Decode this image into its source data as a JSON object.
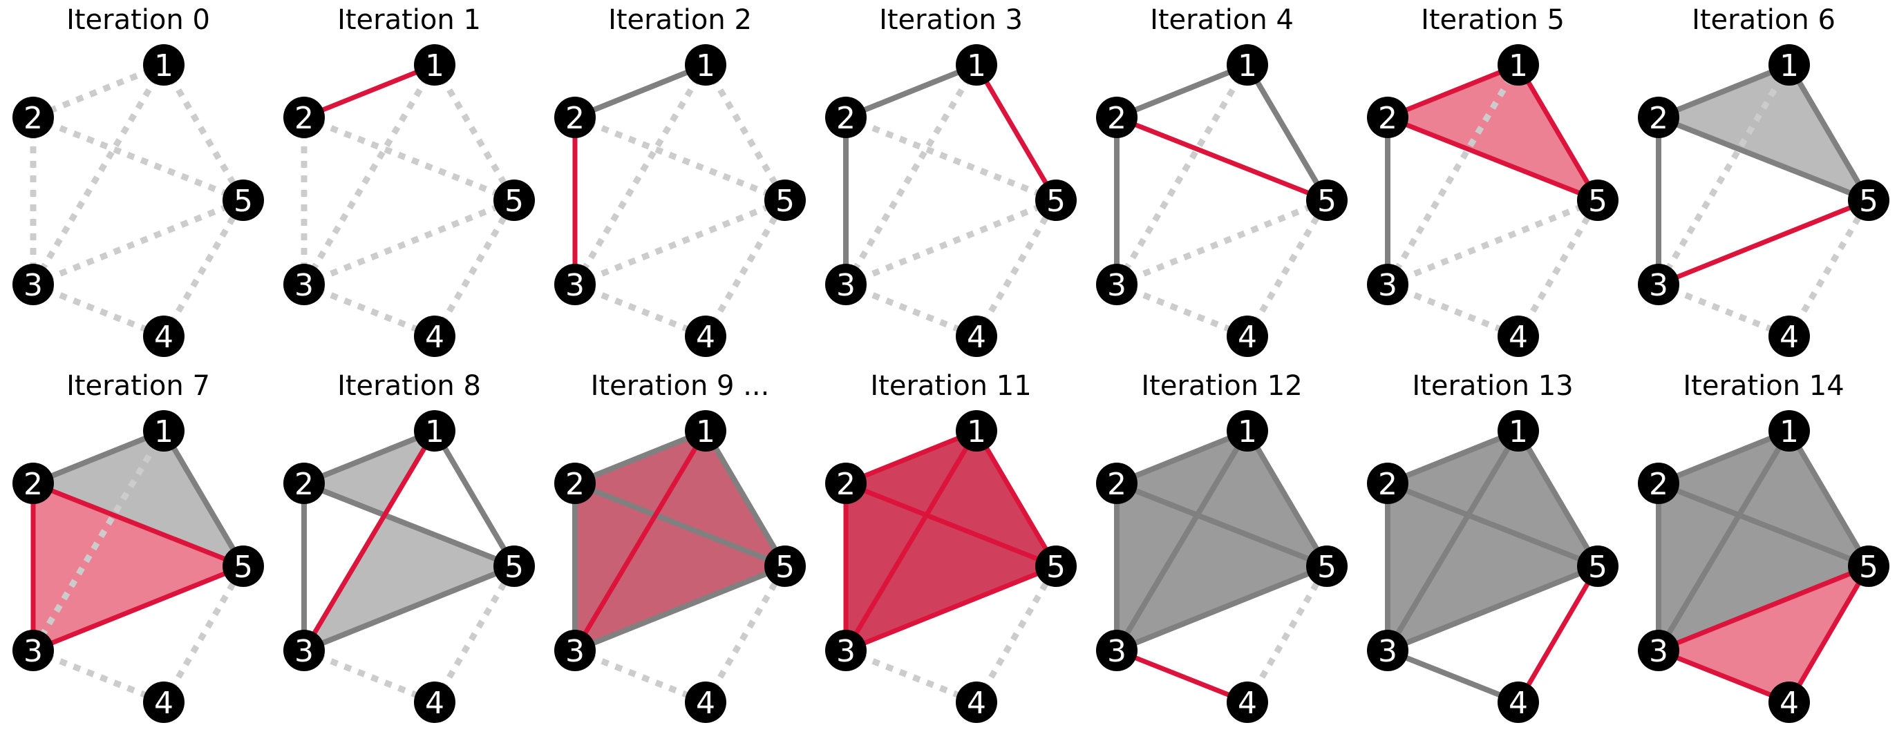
{
  "figure": {
    "nodes": [
      "1",
      "2",
      "3",
      "4",
      "5"
    ],
    "colors": {
      "absent_edge": "#cccccc",
      "present_edge": "#808080",
      "active": "#dc143c",
      "node_fill": "#000000",
      "node_label": "#ffffff",
      "triangle_past": "#bbbbbb",
      "triangle_active": "#eb8193",
      "tetra_past": "#bbbbbb",
      "tetra_mid": "#c96174",
      "tetra_active": "#d0405c",
      "filled_dark": "#9b9b9b"
    },
    "panels": [
      {
        "title": "Iteration 0",
        "edges": [
          {
            "u": "1",
            "v": "2",
            "state": "absent"
          },
          {
            "u": "1",
            "v": "3",
            "state": "absent"
          },
          {
            "u": "1",
            "v": "5",
            "state": "absent"
          },
          {
            "u": "2",
            "v": "3",
            "state": "absent"
          },
          {
            "u": "2",
            "v": "5",
            "state": "absent"
          },
          {
            "u": "3",
            "v": "4",
            "state": "absent"
          },
          {
            "u": "3",
            "v": "5",
            "state": "absent"
          },
          {
            "u": "4",
            "v": "5",
            "state": "absent"
          }
        ],
        "faces": []
      },
      {
        "title": "Iteration 1",
        "edges": [
          {
            "u": "1",
            "v": "2",
            "state": "active"
          },
          {
            "u": "1",
            "v": "3",
            "state": "absent"
          },
          {
            "u": "1",
            "v": "5",
            "state": "absent"
          },
          {
            "u": "2",
            "v": "3",
            "state": "absent"
          },
          {
            "u": "2",
            "v": "5",
            "state": "absent"
          },
          {
            "u": "3",
            "v": "4",
            "state": "absent"
          },
          {
            "u": "3",
            "v": "5",
            "state": "absent"
          },
          {
            "u": "4",
            "v": "5",
            "state": "absent"
          }
        ],
        "faces": []
      },
      {
        "title": "Iteration 2",
        "edges": [
          {
            "u": "1",
            "v": "2",
            "state": "present"
          },
          {
            "u": "1",
            "v": "3",
            "state": "absent"
          },
          {
            "u": "1",
            "v": "5",
            "state": "absent"
          },
          {
            "u": "2",
            "v": "3",
            "state": "active"
          },
          {
            "u": "2",
            "v": "5",
            "state": "absent"
          },
          {
            "u": "3",
            "v": "4",
            "state": "absent"
          },
          {
            "u": "3",
            "v": "5",
            "state": "absent"
          },
          {
            "u": "4",
            "v": "5",
            "state": "absent"
          }
        ],
        "faces": []
      },
      {
        "title": "Iteration 3",
        "edges": [
          {
            "u": "1",
            "v": "2",
            "state": "present"
          },
          {
            "u": "1",
            "v": "3",
            "state": "absent"
          },
          {
            "u": "1",
            "v": "5",
            "state": "active"
          },
          {
            "u": "2",
            "v": "3",
            "state": "present"
          },
          {
            "u": "2",
            "v": "5",
            "state": "absent"
          },
          {
            "u": "3",
            "v": "4",
            "state": "absent"
          },
          {
            "u": "3",
            "v": "5",
            "state": "absent"
          },
          {
            "u": "4",
            "v": "5",
            "state": "absent"
          }
        ],
        "faces": []
      },
      {
        "title": "Iteration 4",
        "edges": [
          {
            "u": "1",
            "v": "2",
            "state": "present"
          },
          {
            "u": "1",
            "v": "3",
            "state": "absent"
          },
          {
            "u": "1",
            "v": "5",
            "state": "present"
          },
          {
            "u": "2",
            "v": "3",
            "state": "present"
          },
          {
            "u": "2",
            "v": "5",
            "state": "active"
          },
          {
            "u": "3",
            "v": "4",
            "state": "absent"
          },
          {
            "u": "3",
            "v": "5",
            "state": "absent"
          },
          {
            "u": "4",
            "v": "5",
            "state": "absent"
          }
        ],
        "faces": []
      },
      {
        "title": "Iteration 5",
        "edges": [
          {
            "u": "1",
            "v": "2",
            "state": "active"
          },
          {
            "u": "1",
            "v": "3",
            "state": "absent"
          },
          {
            "u": "1",
            "v": "5",
            "state": "active"
          },
          {
            "u": "2",
            "v": "3",
            "state": "present"
          },
          {
            "u": "2",
            "v": "5",
            "state": "active"
          },
          {
            "u": "3",
            "v": "4",
            "state": "absent"
          },
          {
            "u": "3",
            "v": "5",
            "state": "absent"
          },
          {
            "u": "4",
            "v": "5",
            "state": "absent"
          }
        ],
        "faces": [
          {
            "nodes": [
              "1",
              "2",
              "5"
            ],
            "fill": "triangle_active"
          }
        ]
      },
      {
        "title": "Iteration 6",
        "edges": [
          {
            "u": "1",
            "v": "2",
            "state": "present"
          },
          {
            "u": "1",
            "v": "3",
            "state": "absent"
          },
          {
            "u": "1",
            "v": "5",
            "state": "present"
          },
          {
            "u": "2",
            "v": "3",
            "state": "present"
          },
          {
            "u": "2",
            "v": "5",
            "state": "present"
          },
          {
            "u": "3",
            "v": "4",
            "state": "absent"
          },
          {
            "u": "3",
            "v": "5",
            "state": "active"
          },
          {
            "u": "4",
            "v": "5",
            "state": "absent"
          }
        ],
        "faces": [
          {
            "nodes": [
              "1",
              "2",
              "5"
            ],
            "fill": "triangle_past"
          }
        ]
      },
      {
        "title": "Iteration 7",
        "edges": [
          {
            "u": "1",
            "v": "2",
            "state": "present"
          },
          {
            "u": "1",
            "v": "3",
            "state": "absent"
          },
          {
            "u": "1",
            "v": "5",
            "state": "present"
          },
          {
            "u": "2",
            "v": "3",
            "state": "active"
          },
          {
            "u": "2",
            "v": "5",
            "state": "active"
          },
          {
            "u": "3",
            "v": "4",
            "state": "absent"
          },
          {
            "u": "3",
            "v": "5",
            "state": "active"
          },
          {
            "u": "4",
            "v": "5",
            "state": "absent"
          }
        ],
        "faces": [
          {
            "nodes": [
              "1",
              "2",
              "5"
            ],
            "fill": "triangle_past"
          },
          {
            "nodes": [
              "2",
              "3",
              "5"
            ],
            "fill": "triangle_active"
          }
        ]
      },
      {
        "title": "Iteration 8",
        "edges": [
          {
            "u": "1",
            "v": "2",
            "state": "present"
          },
          {
            "u": "1",
            "v": "3",
            "state": "active"
          },
          {
            "u": "1",
            "v": "5",
            "state": "present"
          },
          {
            "u": "2",
            "v": "3",
            "state": "present"
          },
          {
            "u": "2",
            "v": "5",
            "state": "present"
          },
          {
            "u": "3",
            "v": "4",
            "state": "absent"
          },
          {
            "u": "3",
            "v": "5",
            "state": "present"
          },
          {
            "u": "4",
            "v": "5",
            "state": "absent"
          }
        ],
        "faces": [
          {
            "nodes": [
              "1",
              "2",
              "5",
              "3"
            ],
            "fill": "tetra_past"
          }
        ]
      },
      {
        "title": "Iteration 9 ...",
        "edges": [
          {
            "u": "1",
            "v": "2",
            "state": "present"
          },
          {
            "u": "1",
            "v": "3",
            "state": "active"
          },
          {
            "u": "1",
            "v": "5",
            "state": "present"
          },
          {
            "u": "2",
            "v": "3",
            "state": "present"
          },
          {
            "u": "2",
            "v": "5",
            "state": "present"
          },
          {
            "u": "3",
            "v": "4",
            "state": "absent"
          },
          {
            "u": "3",
            "v": "5",
            "state": "present"
          },
          {
            "u": "4",
            "v": "5",
            "state": "absent"
          }
        ],
        "faces": [
          {
            "nodes": [
              "1",
              "2",
              "3",
              "5"
            ],
            "fill": "tetra_mid"
          }
        ]
      },
      {
        "title": "Iteration 11",
        "edges": [
          {
            "u": "1",
            "v": "2",
            "state": "active"
          },
          {
            "u": "1",
            "v": "3",
            "state": "active"
          },
          {
            "u": "1",
            "v": "5",
            "state": "active"
          },
          {
            "u": "2",
            "v": "3",
            "state": "active"
          },
          {
            "u": "2",
            "v": "5",
            "state": "active"
          },
          {
            "u": "3",
            "v": "4",
            "state": "absent"
          },
          {
            "u": "3",
            "v": "5",
            "state": "active"
          },
          {
            "u": "4",
            "v": "5",
            "state": "absent"
          }
        ],
        "faces": [
          {
            "nodes": [
              "1",
              "2",
              "3",
              "5"
            ],
            "fill": "tetra_active"
          }
        ]
      },
      {
        "title": "Iteration 12",
        "edges": [
          {
            "u": "1",
            "v": "2",
            "state": "present"
          },
          {
            "u": "1",
            "v": "3",
            "state": "present"
          },
          {
            "u": "1",
            "v": "5",
            "state": "present"
          },
          {
            "u": "2",
            "v": "3",
            "state": "present"
          },
          {
            "u": "2",
            "v": "5",
            "state": "present"
          },
          {
            "u": "3",
            "v": "4",
            "state": "active"
          },
          {
            "u": "3",
            "v": "5",
            "state": "present"
          },
          {
            "u": "4",
            "v": "5",
            "state": "absent"
          }
        ],
        "faces": [
          {
            "nodes": [
              "1",
              "2",
              "3",
              "5"
            ],
            "fill": "filled_dark"
          }
        ]
      },
      {
        "title": "Iteration 13",
        "edges": [
          {
            "u": "1",
            "v": "2",
            "state": "present"
          },
          {
            "u": "1",
            "v": "3",
            "state": "present"
          },
          {
            "u": "1",
            "v": "5",
            "state": "present"
          },
          {
            "u": "2",
            "v": "3",
            "state": "present"
          },
          {
            "u": "2",
            "v": "5",
            "state": "present"
          },
          {
            "u": "3",
            "v": "4",
            "state": "present"
          },
          {
            "u": "3",
            "v": "5",
            "state": "present"
          },
          {
            "u": "4",
            "v": "5",
            "state": "active"
          }
        ],
        "faces": [
          {
            "nodes": [
              "1",
              "2",
              "3",
              "5"
            ],
            "fill": "filled_dark"
          }
        ]
      },
      {
        "title": "Iteration 14",
        "edges": [
          {
            "u": "1",
            "v": "2",
            "state": "present"
          },
          {
            "u": "1",
            "v": "3",
            "state": "present"
          },
          {
            "u": "1",
            "v": "5",
            "state": "present"
          },
          {
            "u": "2",
            "v": "3",
            "state": "present"
          },
          {
            "u": "2",
            "v": "5",
            "state": "present"
          },
          {
            "u": "3",
            "v": "4",
            "state": "active"
          },
          {
            "u": "3",
            "v": "5",
            "state": "active"
          },
          {
            "u": "4",
            "v": "5",
            "state": "active"
          }
        ],
        "faces": [
          {
            "nodes": [
              "1",
              "2",
              "3",
              "5"
            ],
            "fill": "filled_dark"
          },
          {
            "nodes": [
              "3",
              "4",
              "5"
            ],
            "fill": "triangle_active"
          }
        ]
      }
    ]
  }
}
